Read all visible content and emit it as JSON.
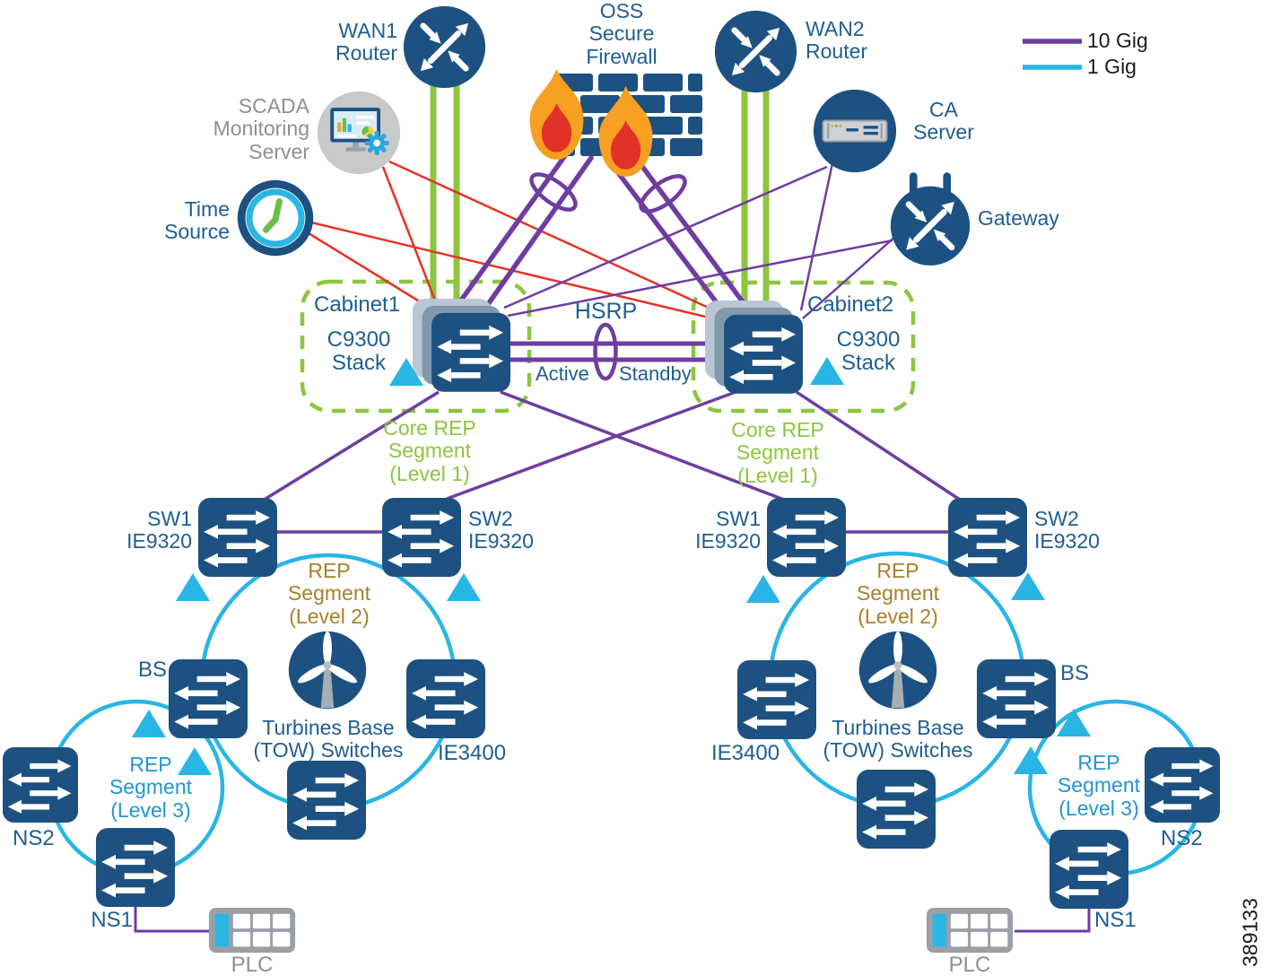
{
  "diagram": {
    "legend": {
      "ten_gig": "10 Gig",
      "one_gig": "1 Gig"
    },
    "top": {
      "wan1": "WAN1\nRouter",
      "wan2": "WAN2\nRouter",
      "oss_firewall": "OSS\nSecure\nFirewall",
      "scada": "SCADA\nMonitoring\nServer",
      "time_source": "Time\nSource",
      "ca_server": "CA\nServer",
      "gateway": "Gateway"
    },
    "core": {
      "cabinet1": "Cabinet1",
      "cabinet2": "Cabinet2",
      "c9300_stack": "C9300\nStack",
      "hsrp": "HSRP",
      "active": "Active",
      "standby": "Standby",
      "core_rep_segment": "Core REP\nSegment\n(Level 1)"
    },
    "aggregation": {
      "sw1": "SW1\nIE9320",
      "sw2": "SW2\nIE9320",
      "rep_segment_l2": "REP\nSegment\n(Level 2)",
      "turbines_base": "Turbines Base\n(TOW) Switches",
      "ie3400": "IE3400",
      "bs": "BS"
    },
    "access": {
      "rep_segment_l3": "REP\nSegment\n(Level 3)",
      "ns1": "NS1",
      "ns2": "NS2",
      "plc": "PLC"
    },
    "watermark": "389133",
    "colors": {
      "ten_gig_purple": "#6f3da0",
      "one_gig_cyan": "#29b6e5",
      "mgmt_red": "#e63329",
      "wan_green": "#8cc63e",
      "node_navy": "#1d5181",
      "label_blue": "#1f5e92",
      "rep2_amber": "#a8802a",
      "rep3_blue": "#2196d3",
      "muted_gray": "#8e9093"
    }
  }
}
